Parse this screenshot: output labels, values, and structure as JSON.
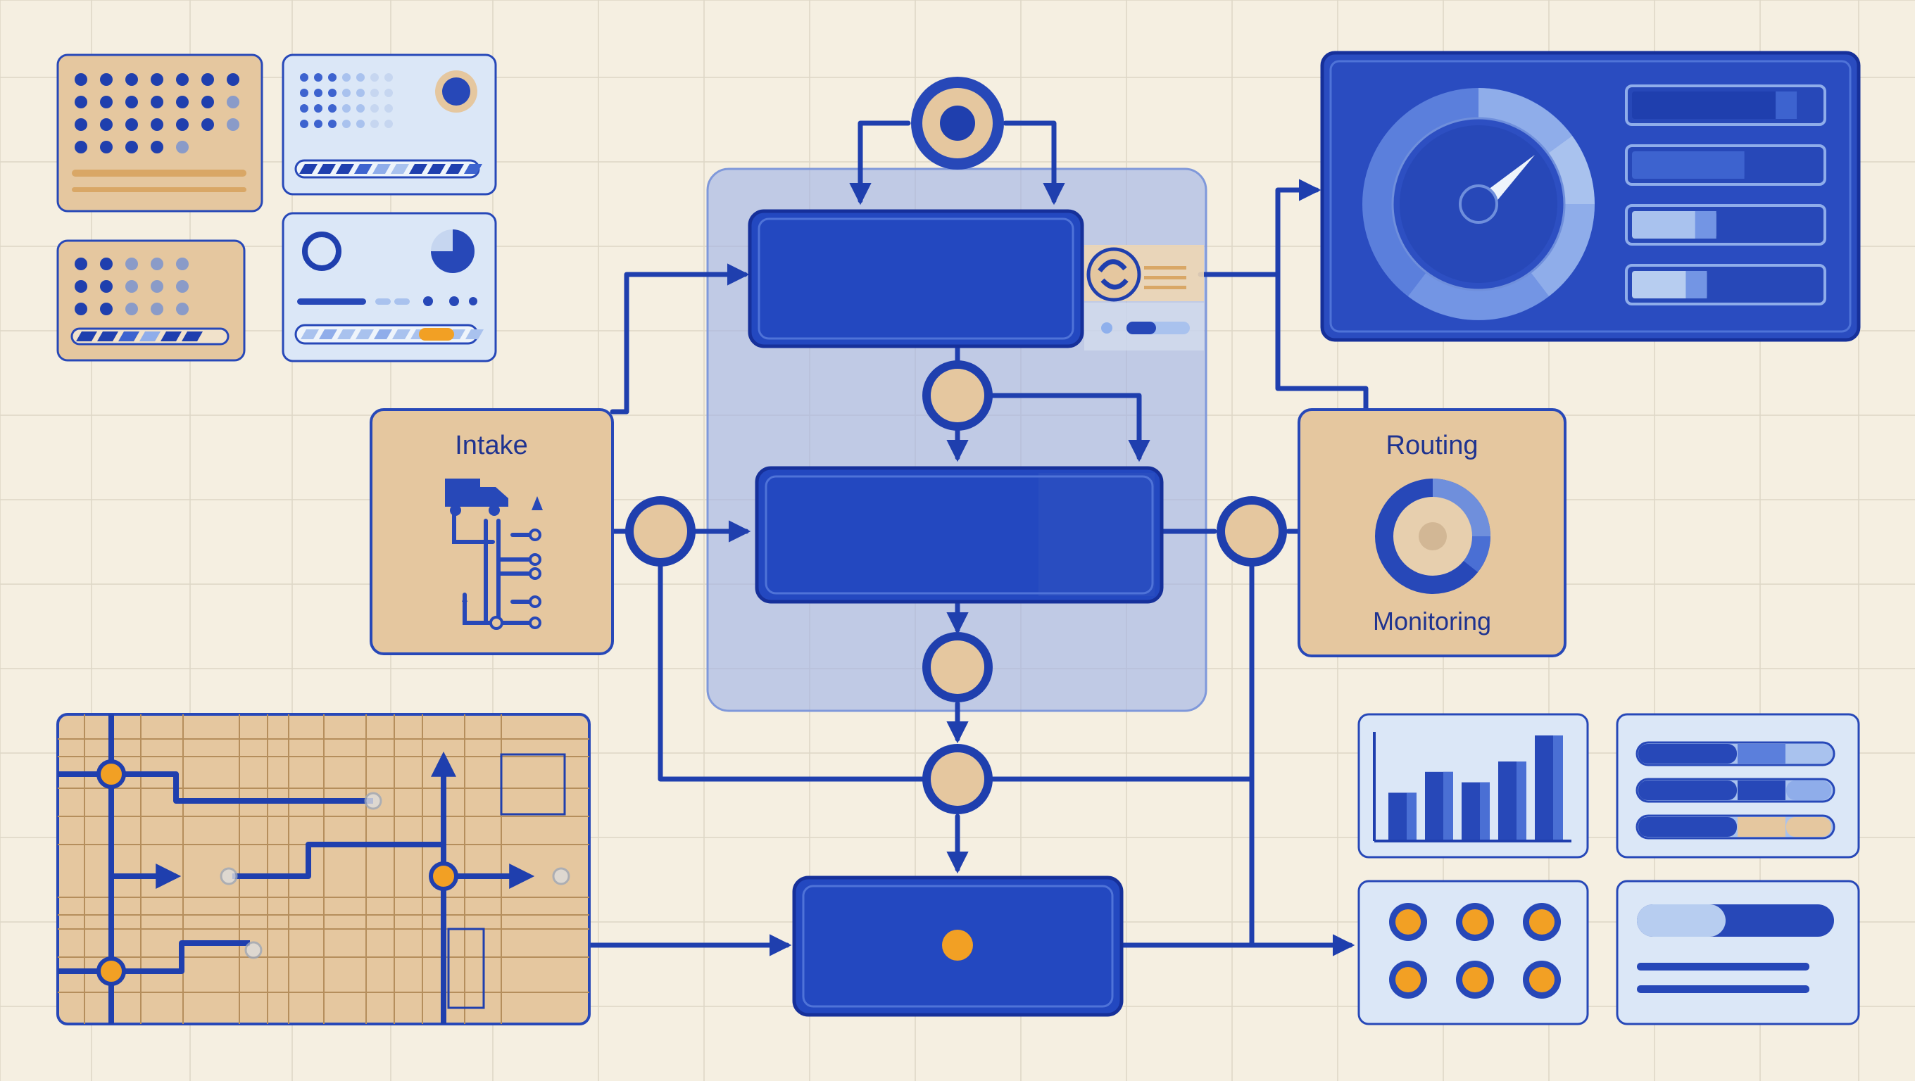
{
  "labels": {
    "intake": "Intake",
    "routing": "Routing",
    "monitoring": "Monitoring"
  },
  "icons": {
    "intake": "truck-icon",
    "routing": "donut-chart-icon",
    "top_hub": "node-icon",
    "sync": "sync-icon",
    "gauge": "speedometer-icon",
    "map": "route-map-icon"
  },
  "colors": {
    "background": "#f5efe1",
    "grid": "#ddd6c6",
    "blue": "#2748b8",
    "blue_dark": "#1c37a0",
    "blue_mid": "#3d63cf",
    "blue_light": "#a9c2ee",
    "blue_pale": "#dbe7f7",
    "tan": "#e5c79f",
    "tan_light": "#edd6b4",
    "orange": "#f2a024",
    "stage_fill": "#9fb3e6"
  },
  "widgets": {
    "gauge_level": 0.72,
    "summary_bars": [
      0.88,
      0.6,
      0.45,
      0.4
    ],
    "mini_bar_chart": [
      0.45,
      0.65,
      0.55,
      0.75,
      1.0
    ],
    "toggle_progress": 0.45,
    "status_indicators": 6
  }
}
